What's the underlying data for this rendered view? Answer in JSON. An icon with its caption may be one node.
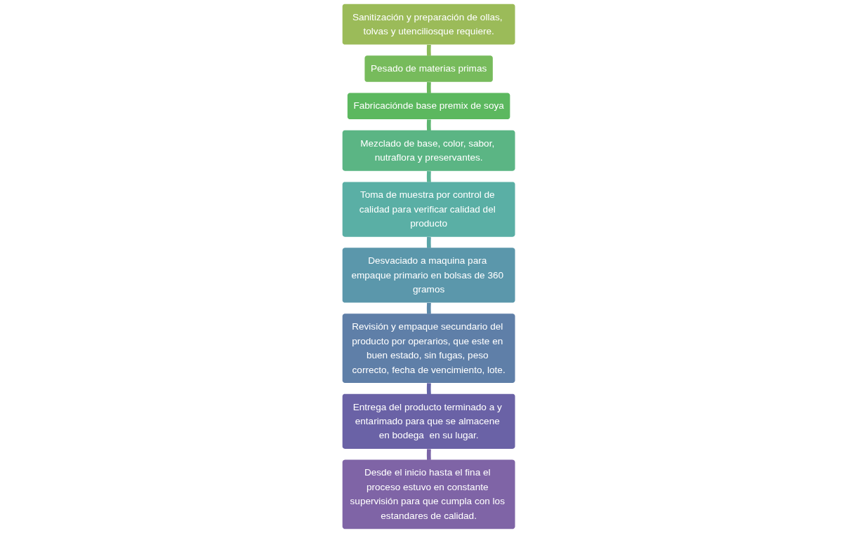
{
  "diagram": {
    "nodes": [
      {
        "text": [
          "Sanitización y preparación de ollas, tolvas y utenciliosque requiere."
        ]
      },
      {
        "text": [
          "Pesado de materias primas"
        ]
      },
      {
        "text": [
          "Fabricaciónde base premix de soya"
        ]
      },
      {
        "text": [
          "Mezclado de base, color, sabor, nutraflora y preservantes."
        ]
      },
      {
        "text": [
          "Toma de muestra por control de calidad para verificar calidad del producto"
        ]
      },
      {
        "text": [
          "Desvaciado a maquina para empaque primario en bolsas de 360 gramos"
        ]
      },
      {
        "text": [
          "Revisión y empaque secundario del producto por operarios, que este en buen estado, sin fugas, peso correcto, fecha de vencimiento, lote."
        ]
      },
      {
        "text": [
          "Entrega del producto terminado a y entarimado para que se almacene en bodega  en su lugar."
        ]
      },
      {
        "text": [
          "Desde el inicio hasta el fina el proceso estuvo en constante supervisión para que cumpla con los estandares de calidad."
        ]
      }
    ],
    "edges": [
      {
        "from": 0,
        "to": 1,
        "arrow": "none",
        "color": "#8cbb5a"
      },
      {
        "from": 1,
        "to": 2,
        "arrow": "none",
        "color": "#6bb85d"
      },
      {
        "from": 2,
        "to": 3,
        "arrow": "none",
        "color": "#5cb670"
      },
      {
        "from": 3,
        "to": 4,
        "arrow": "none",
        "color": "#5ab394"
      },
      {
        "from": 4,
        "to": 5,
        "arrow": "none",
        "color": "#5aa5a8"
      },
      {
        "from": 5,
        "to": 6,
        "arrow": "none",
        "color": "#5d8aaa"
      },
      {
        "from": 6,
        "to": 7,
        "arrow": "none",
        "color": "#6565a8"
      },
      {
        "from": 7,
        "to": 8,
        "arrow": "none",
        "color": "#7a64a6"
      }
    ]
  }
}
